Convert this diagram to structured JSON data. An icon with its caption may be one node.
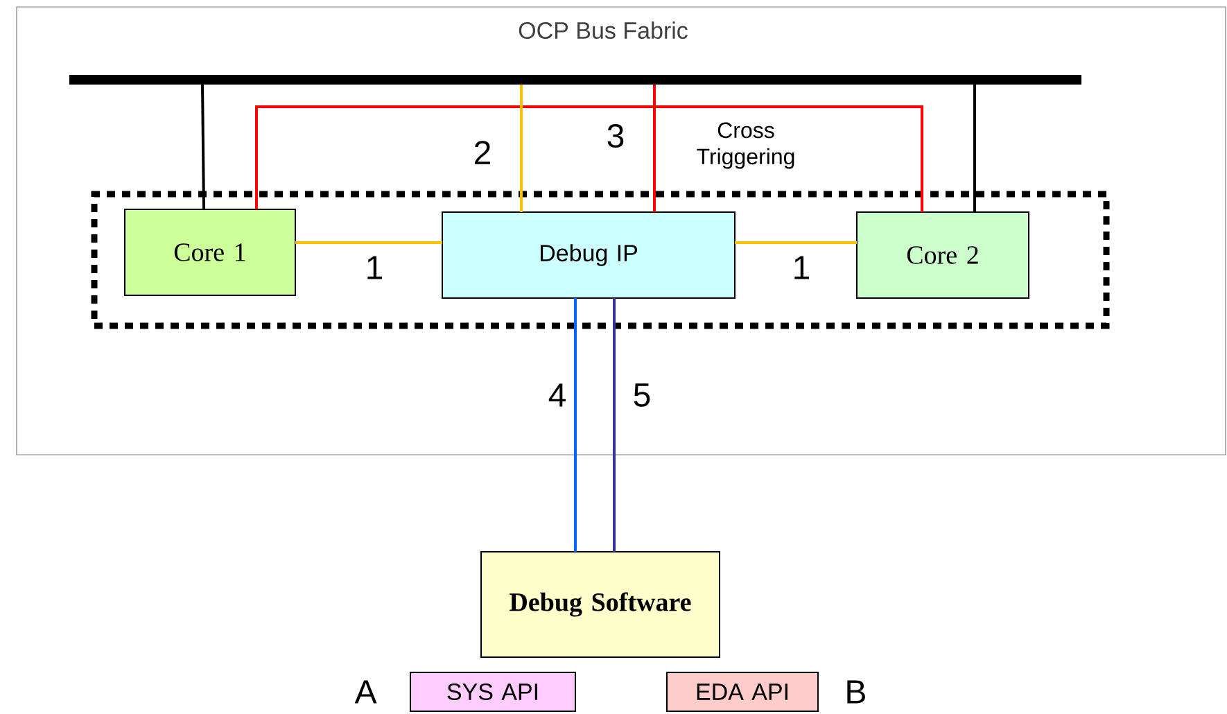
{
  "diagram": {
    "nodes": [
      {
        "text": [
          "OCP Bus Fabric"
        ]
      },
      {
        "text": [],
        "shape": "bar",
        "in": 0
      },
      {
        "text": [],
        "shape": "box",
        "in": 0
      },
      {
        "text": [
          "Core 1"
        ],
        "in": 2
      },
      {
        "text": [
          "Debug IP"
        ],
        "in": 2
      },
      {
        "text": [
          "Core 2"
        ],
        "in": 2
      },
      {
        "text": [
          "Debug Software"
        ]
      },
      {
        "text": [
          "SYS API"
        ],
        "beside": [
          "A"
        ]
      },
      {
        "text": [
          "EDA API"
        ],
        "beside": [
          "B"
        ]
      }
    ],
    "edges": [
      {
        "from": 1,
        "to": 3,
        "arrow": "none",
        "color": "#000000"
      },
      {
        "from": 1,
        "to": 5,
        "arrow": "none",
        "color": "#000000"
      },
      {
        "from": 3,
        "to": 5,
        "arrow": "none",
        "label": "Cross Triggering",
        "color": "#ff0000"
      },
      {
        "from": 1,
        "to": 4,
        "arrow": "none",
        "label": "3",
        "color": "#ff0000"
      },
      {
        "from": 1,
        "to": 4,
        "arrow": "none",
        "label": "2",
        "color": "#ffc000"
      },
      {
        "from": 3,
        "to": 4,
        "arrow": "none",
        "label": "1",
        "color": "#ffc000"
      },
      {
        "from": 4,
        "to": 5,
        "arrow": "none",
        "label": "1",
        "color": "#ffc000"
      },
      {
        "from": 4,
        "to": 6,
        "arrow": "none",
        "label": "4",
        "color": "#0066ff"
      },
      {
        "from": 4,
        "to": 6,
        "arrow": "none",
        "label": "5",
        "color": "#333399"
      }
    ]
  }
}
